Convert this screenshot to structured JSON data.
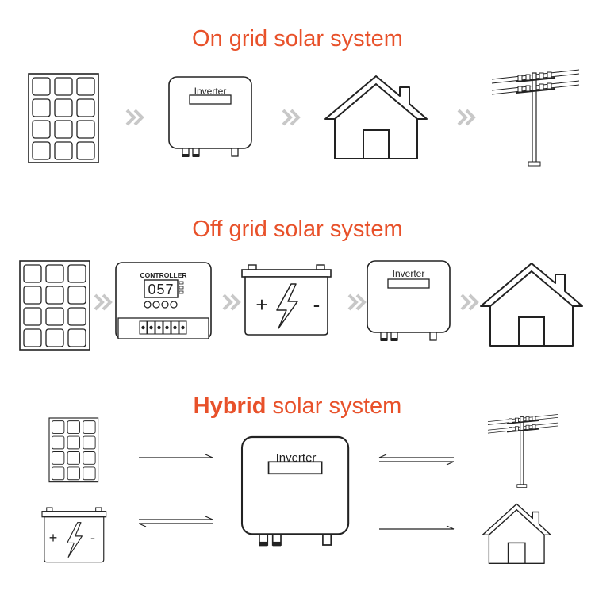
{
  "sections": {
    "on_grid": {
      "title": "On grid solar system"
    },
    "off_grid": {
      "title": "Off grid solar system"
    },
    "hybrid": {
      "title_bold": "Hybrid",
      "title_rest": " solar system"
    }
  },
  "labels": {
    "inverter": "Inverter",
    "controller": "CONTROLLER",
    "controller_display": "057",
    "battery_plus": "+",
    "battery_minus": "-"
  },
  "icons": [
    "solar-panel-icon",
    "inverter-icon",
    "house-icon",
    "power-pole-icon",
    "controller-icon",
    "battery-icon",
    "chevron-arrow-icon",
    "flow-arrow-icon"
  ],
  "colors": {
    "title": "#e8512a",
    "line": "#222222",
    "chevron": "#c8c8c8"
  }
}
